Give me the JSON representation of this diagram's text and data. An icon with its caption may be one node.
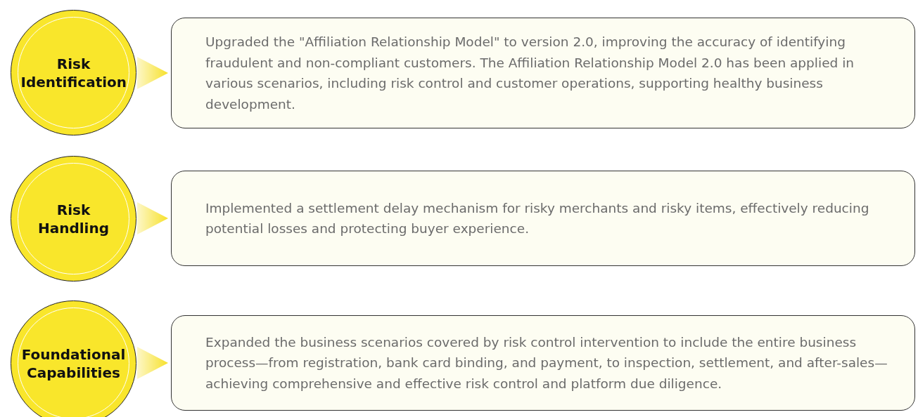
{
  "diagram": {
    "nodes": [
      {
        "text": [
          "Risk Identification"
        ]
      },
      {
        "text": [
          "Upgraded the \"Affiliation Relationship Model\" to version 2.0, improving the accuracy of identifying fraudulent and non-compliant customers. The Affiliation Relationship Model 2.0 has been applied in various scenarios, including risk control and customer operations, supporting healthy business development."
        ]
      },
      {
        "text": [
          "Risk Handling"
        ]
      },
      {
        "text": [
          "Implemented a settlement delay mechanism for risky merchants and risky items, effectively reducing potential losses and protecting buyer experience."
        ]
      },
      {
        "text": [
          "Foundational Capabilities"
        ]
      },
      {
        "text": [
          "Expanded the business scenarios covered by risk control intervention to include the entire business process—from registration, bank card binding, and payment, to inspection, settlement, and after-sales—achieving comprehensive and effective risk control and platform due diligence."
        ]
      }
    ],
    "edges": [
      {
        "from": 0,
        "to": 1,
        "arrow": "to"
      },
      {
        "from": 2,
        "to": 3,
        "arrow": "to"
      },
      {
        "from": 4,
        "to": 5,
        "arrow": "to"
      }
    ]
  }
}
